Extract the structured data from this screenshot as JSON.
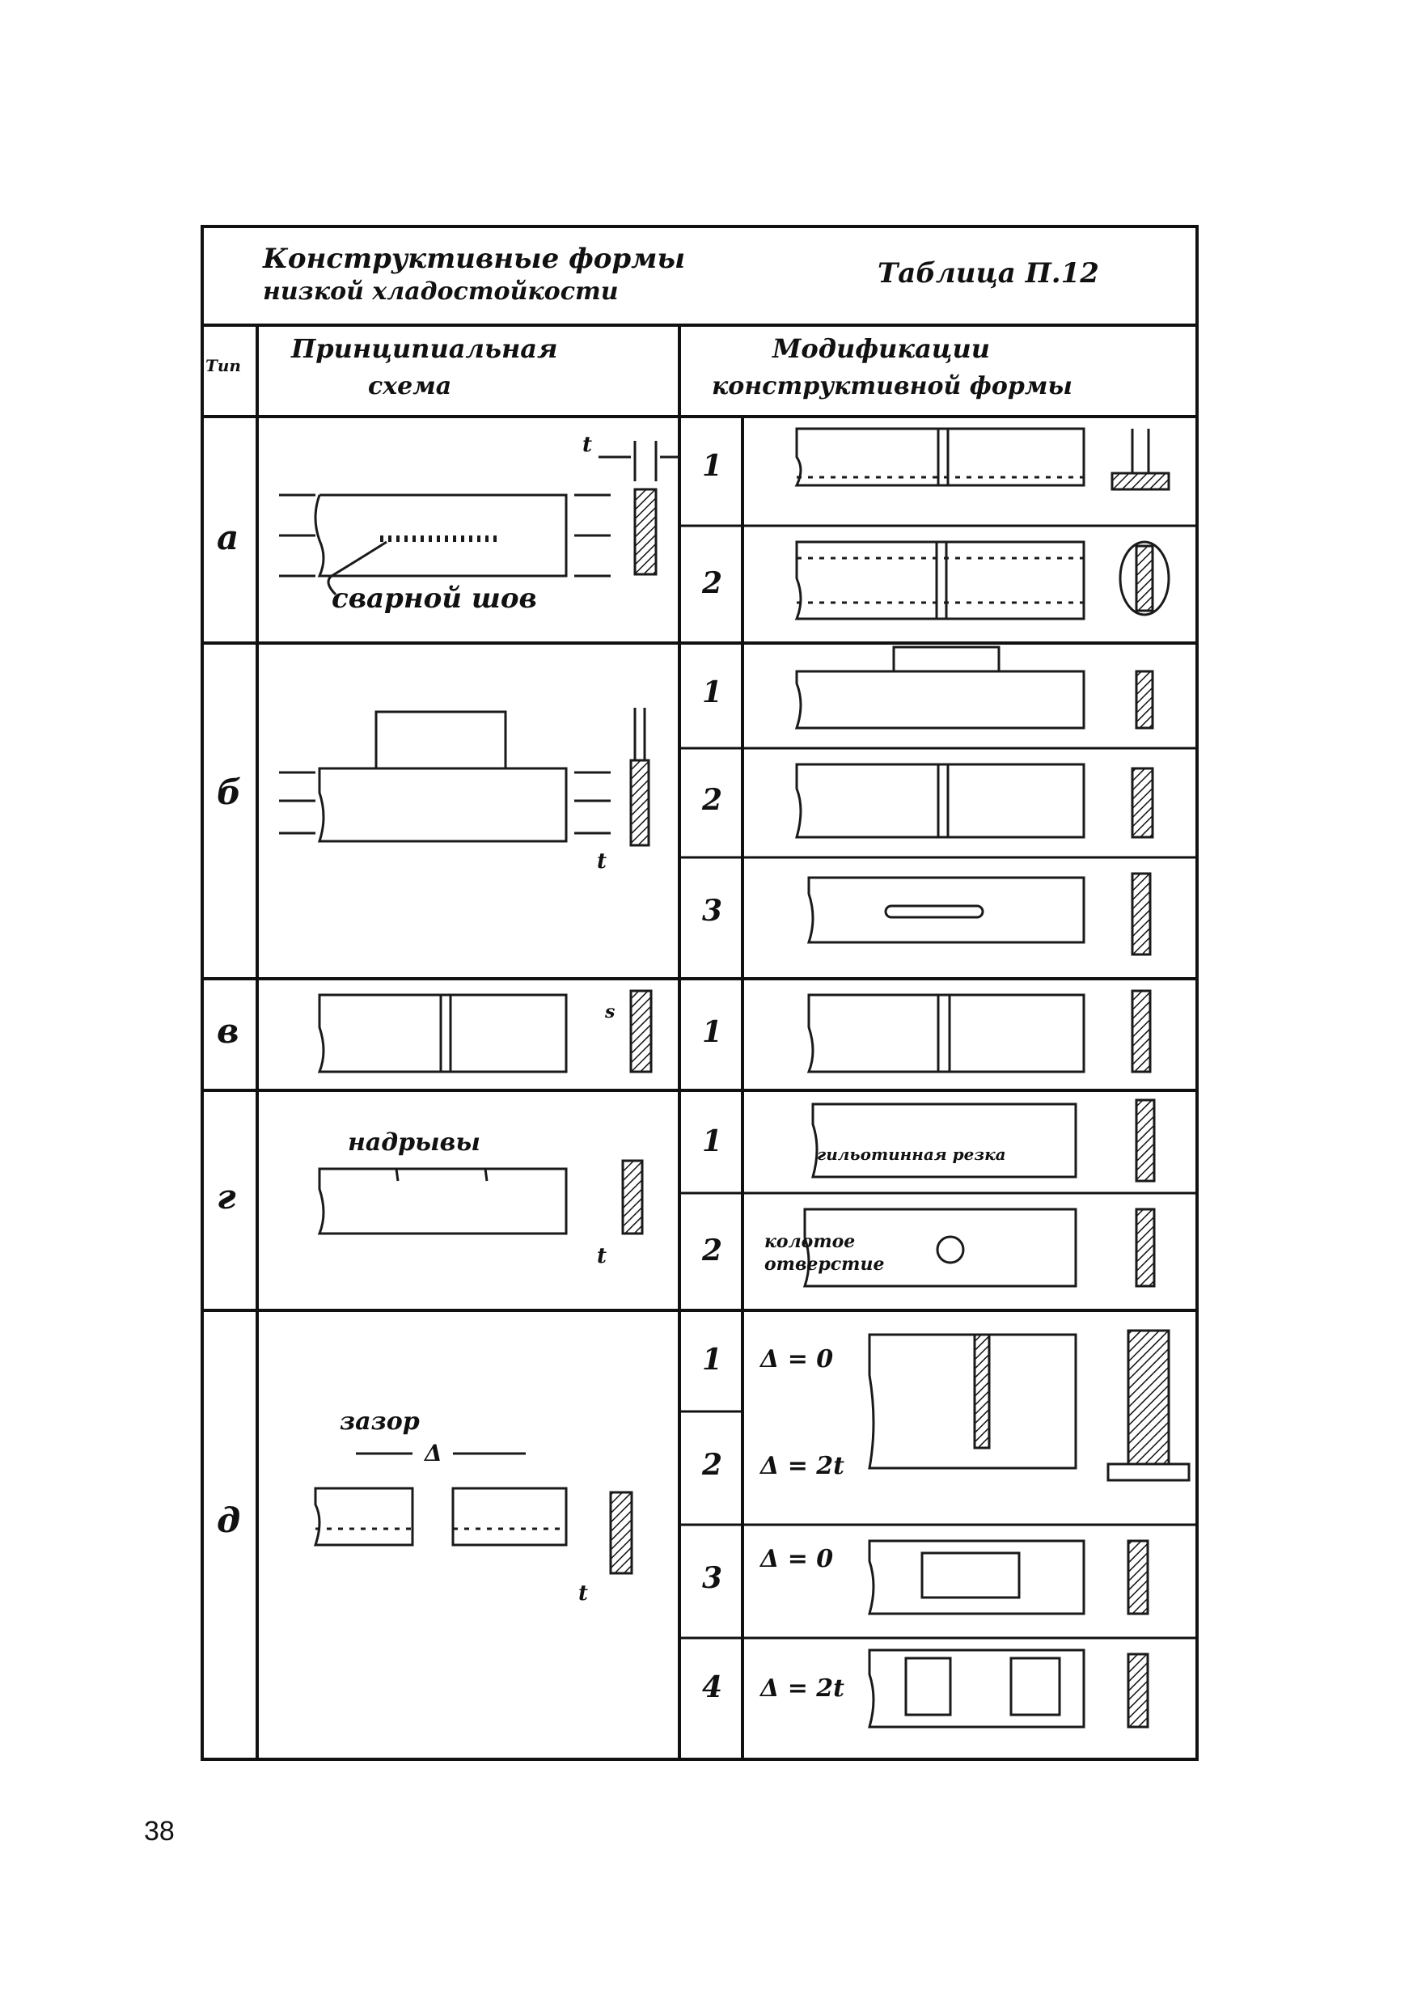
{
  "header": {
    "title_line1": "Конструктивные формы",
    "title_line2": "низкой хладостойкости",
    "table_label": "Таблица П.12"
  },
  "columns": {
    "type": "Тип",
    "scheme_line1": "Принципиальная",
    "scheme_line2": "схема",
    "mods_line1": "Модификации",
    "mods_line2": "конструктивной формы"
  },
  "rows": [
    {
      "type": "а",
      "scheme_label": "сварной шов",
      "mods": [
        {
          "n": "1"
        },
        {
          "n": "2"
        }
      ]
    },
    {
      "type": "б",
      "mods": [
        {
          "n": "1"
        },
        {
          "n": "2"
        },
        {
          "n": "3"
        }
      ]
    },
    {
      "type": "в",
      "mods": [
        {
          "n": "1"
        }
      ]
    },
    {
      "type": "г",
      "scheme_label": "надрывы",
      "mods": [
        {
          "n": "1",
          "label": "гильотинная резка"
        },
        {
          "n": "2",
          "label_line1": "колотое",
          "label_line2": "отверстие"
        }
      ]
    },
    {
      "type": "д",
      "scheme_label": "зазор",
      "mods": [
        {
          "n": "1",
          "delta": "Δ = 0"
        },
        {
          "n": "2",
          "delta": "Δ = 2t"
        },
        {
          "n": "3",
          "delta": "Δ = 0"
        },
        {
          "n": "4",
          "delta": "Δ = 2t"
        }
      ]
    }
  ],
  "symbols": {
    "t": "t",
    "delta": "Δ",
    "s": "s"
  },
  "page_number": "38"
}
